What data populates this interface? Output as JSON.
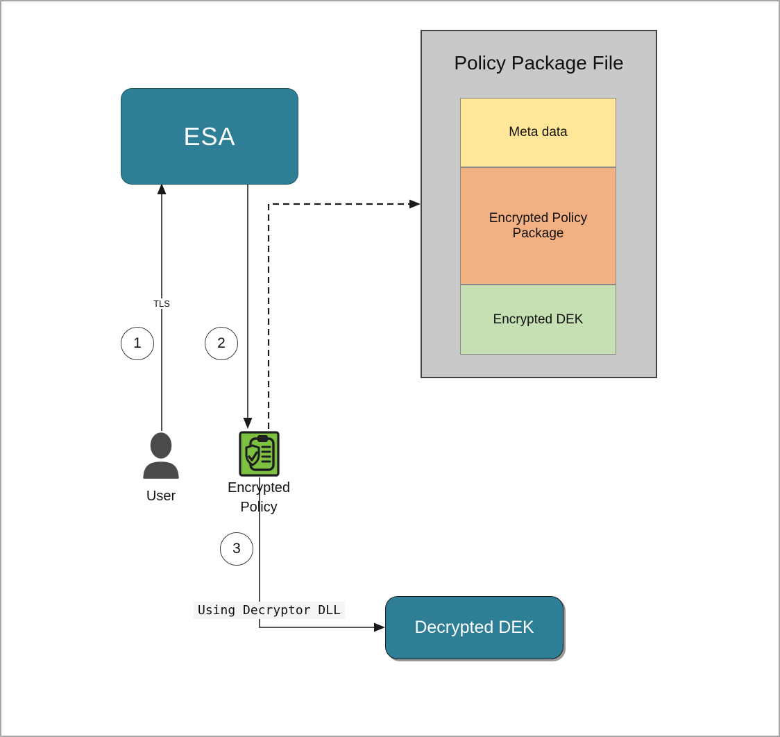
{
  "diagram": {
    "esa": {
      "label": "ESA"
    },
    "policy_package_file": {
      "title": "Policy Package File",
      "sections": [
        {
          "label": "Meta data",
          "color": "#FFE699"
        },
        {
          "label": "Encrypted Policy Package",
          "color": "#F3B183"
        },
        {
          "label": "Encrypted DEK",
          "color": "#C6E0B4"
        }
      ]
    },
    "user": {
      "label": "User"
    },
    "encrypted_policy": {
      "label_line1": "Encrypted",
      "label_line2": "Policy"
    },
    "decrypted_dek": {
      "label": "Decrypted DEK"
    },
    "steps": [
      {
        "number": "1"
      },
      {
        "number": "2"
      },
      {
        "number": "3"
      }
    ],
    "edge_labels": {
      "tls": "TLS",
      "using_decryptor": "Using Decryptor DLL"
    },
    "colors": {
      "node_teal": "#2E7F96",
      "container_gray": "#C9C9C9",
      "icon_green": "#7CC142",
      "line_dark": "#3d3d3d"
    }
  }
}
